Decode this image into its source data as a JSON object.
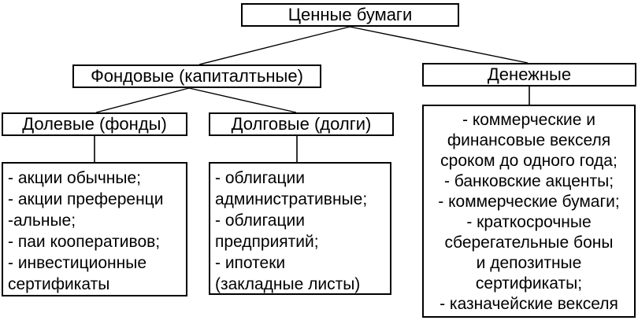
{
  "diagram": {
    "title": "Ценные бумаги",
    "colors": {
      "line": "#000000",
      "background": "#ffffff",
      "text": "#000000"
    },
    "nodes": {
      "root": {
        "label": "Ценные бумаги"
      },
      "fondovye": {
        "label": "Фондовые (капиталтьные)"
      },
      "denezhnye": {
        "label": "Денежные"
      },
      "dolevye": {
        "label": "Долевые (фонды)"
      },
      "dolgovye": {
        "label": "Долговые (долги)"
      },
      "dolevye_details": {
        "text": "- акции обычные;\n- акции преференци\n-альные;\n- паи кооперативов;\n- инвестиционные\nсертификаты"
      },
      "dolgovye_details": {
        "text": "- облигации\nадминистративные;\n- облигации\nпредприятий;\n- ипотеки\n(закладные листы)"
      },
      "denezhnye_details": {
        "text": "- коммерческие и\nфинансовые векселя\nсроком до одного года;\n- банковские акценты;\n- коммерческие бумаги;\n- краткосрочные\nсберегательные боны\nи депозитные\nсертификаты;\n- казначейские векселя"
      }
    }
  }
}
